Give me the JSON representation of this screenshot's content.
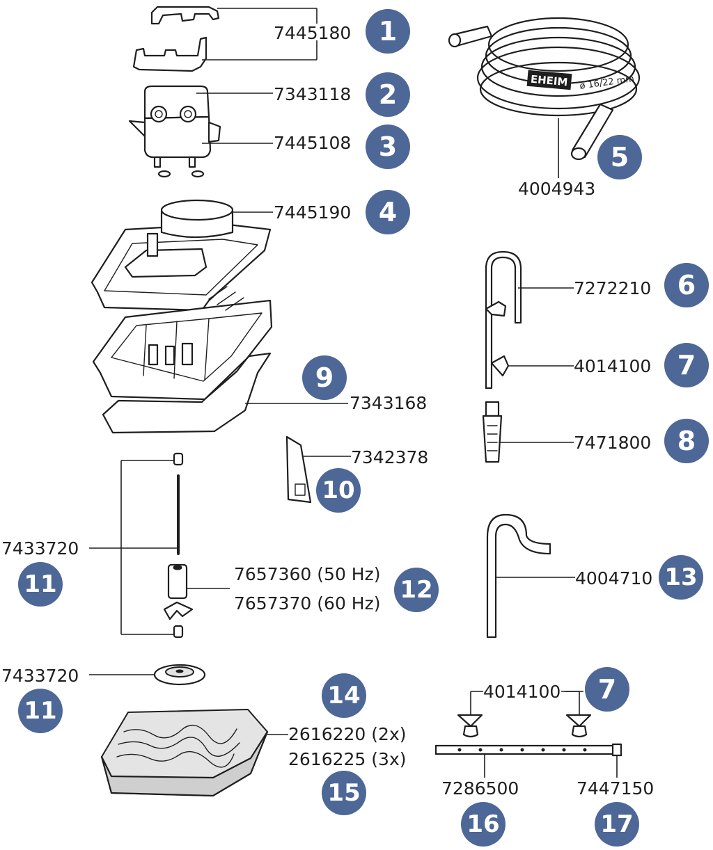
{
  "diagram": {
    "colors": {
      "badge": "#4d6796",
      "badge_text": "#ffffff",
      "line": "#1e1e1e"
    },
    "parts": [
      {
        "id": "p1",
        "number": "1",
        "codes": [
          "7445180"
        ]
      },
      {
        "id": "p2",
        "number": "2",
        "codes": [
          "7343118"
        ]
      },
      {
        "id": "p3",
        "number": "3",
        "codes": [
          "7445108"
        ]
      },
      {
        "id": "p4",
        "number": "4",
        "codes": [
          "7445190"
        ]
      },
      {
        "id": "p5",
        "number": "5",
        "codes": [
          "4004943"
        ],
        "hose_print": "EHEIM",
        "hose_size": "ø 16/22 mm"
      },
      {
        "id": "p6",
        "number": "6",
        "codes": [
          "7272210"
        ]
      },
      {
        "id": "p7",
        "number": "7",
        "codes": [
          "4014100"
        ]
      },
      {
        "id": "p8",
        "number": "8",
        "codes": [
          "7471800"
        ]
      },
      {
        "id": "p9",
        "number": "9",
        "codes": [
          "7343168"
        ]
      },
      {
        "id": "p10",
        "number": "10",
        "codes": [
          "7342378"
        ]
      },
      {
        "id": "p11",
        "number": "11",
        "codes": [
          "7433720"
        ]
      },
      {
        "id": "p11b",
        "number": "11",
        "codes": [
          "7433720"
        ]
      },
      {
        "id": "p12",
        "number": "12",
        "codes": [
          "7657360 (50 Hz)",
          "7657370 (60 Hz)"
        ]
      },
      {
        "id": "p13",
        "number": "13",
        "codes": [
          "4004710"
        ]
      },
      {
        "id": "p7b",
        "number": "7",
        "codes": [
          "4014100"
        ]
      },
      {
        "id": "p14",
        "number": "14",
        "codes": [
          "2616220 (2x)"
        ]
      },
      {
        "id": "p15",
        "number": "15",
        "codes": [
          "2616225 (3x)"
        ]
      },
      {
        "id": "p16",
        "number": "16",
        "codes": [
          "7286500"
        ]
      },
      {
        "id": "p17",
        "number": "17",
        "codes": [
          "7447150"
        ]
      }
    ]
  }
}
